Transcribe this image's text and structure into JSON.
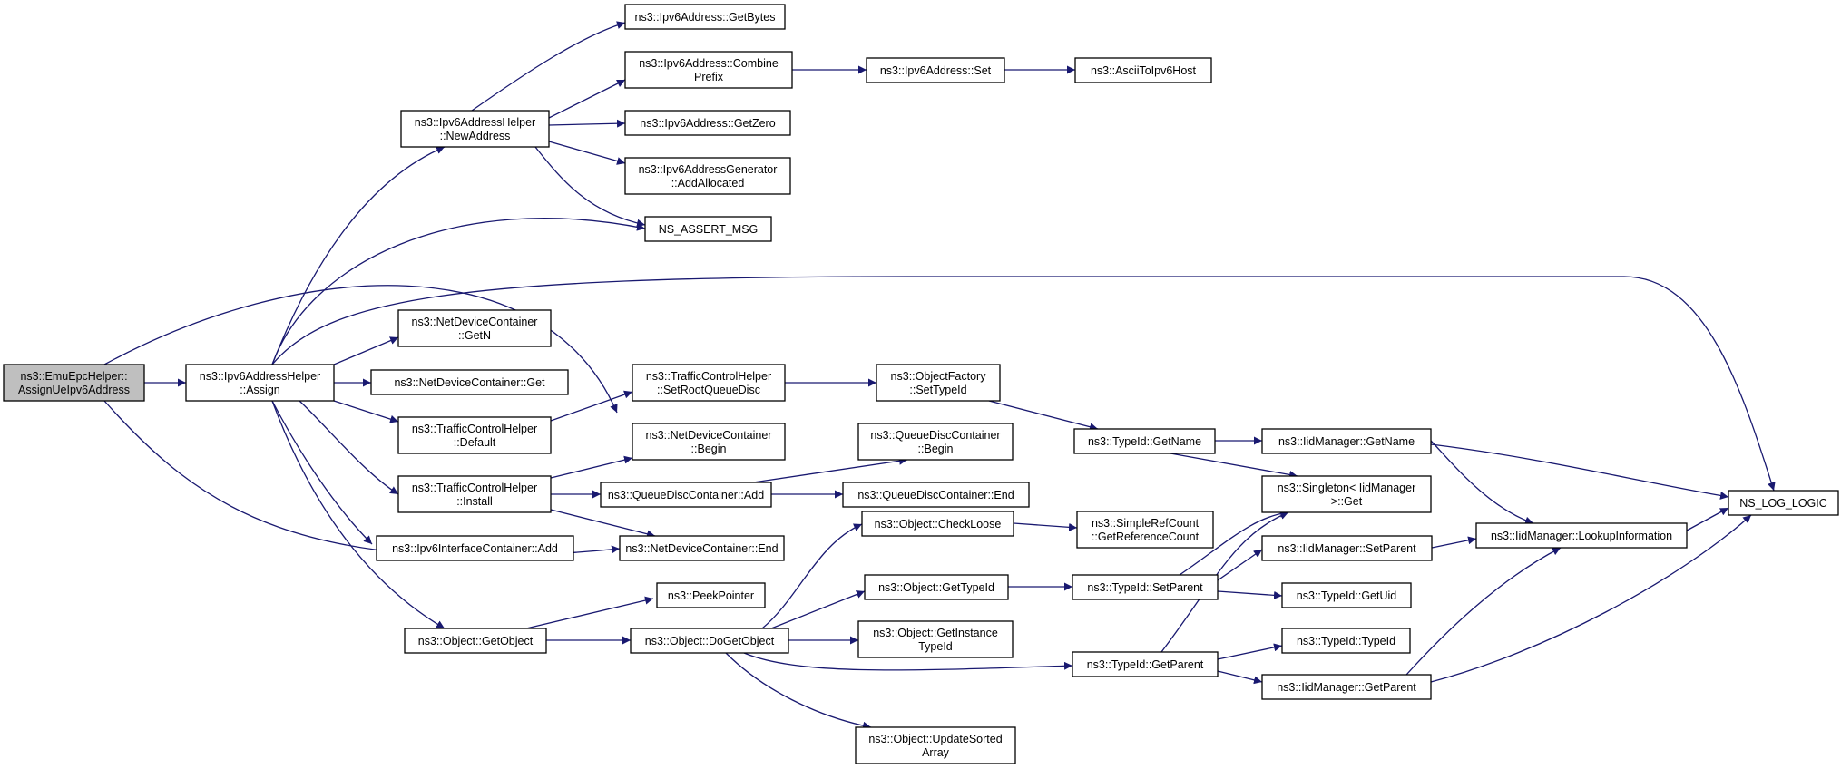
{
  "colors": {
    "edge": "#191970",
    "node_fill": "#ffffff",
    "root_fill": "#bfbfbf",
    "border": "#000000"
  },
  "nodes": {
    "n1": {
      "lines": [
        "ns3::EmuEpcHelper::",
        "AssignUeIpv6Address"
      ],
      "root": true
    },
    "n2": {
      "lines": [
        "ns3::Ipv6AddressHelper",
        "::Assign"
      ]
    },
    "n3": {
      "lines": [
        "ns3::Ipv6AddressHelper",
        "::NewAddress"
      ]
    },
    "n4": {
      "lines": [
        "ns3::Ipv6Address::GetBytes"
      ]
    },
    "n5": {
      "lines": [
        "ns3::Ipv6Address::Combine",
        "Prefix"
      ]
    },
    "n6": {
      "lines": [
        "ns3::Ipv6Address::Set"
      ]
    },
    "n7": {
      "lines": [
        "ns3::AsciiToIpv6Host"
      ]
    },
    "n8": {
      "lines": [
        "ns3::Ipv6Address::GetZero"
      ]
    },
    "n9": {
      "lines": [
        "ns3::Ipv6AddressGenerator",
        "::AddAllocated"
      ]
    },
    "n10": {
      "lines": [
        "NS_ASSERT_MSG"
      ]
    },
    "n11": {
      "lines": [
        "ns3::NetDeviceContainer",
        "::GetN"
      ]
    },
    "n12": {
      "lines": [
        "ns3::NetDeviceContainer::Get"
      ]
    },
    "n13": {
      "lines": [
        "ns3::TrafficControlHelper",
        "::Default"
      ]
    },
    "n14": {
      "lines": [
        "ns3::TrafficControlHelper",
        "::Install"
      ]
    },
    "n15": {
      "lines": [
        "ns3::Ipv6InterfaceContainer::Add"
      ]
    },
    "n16": {
      "lines": [
        "ns3::Object::GetObject"
      ]
    },
    "n17": {
      "lines": [
        "ns3::TrafficControlHelper",
        "::SetRootQueueDisc"
      ]
    },
    "n18": {
      "lines": [
        "ns3::NetDeviceContainer",
        "::Begin"
      ]
    },
    "n19": {
      "lines": [
        "ns3::QueueDiscContainer::Add"
      ]
    },
    "n20": {
      "lines": [
        "ns3::NetDeviceContainer::End"
      ]
    },
    "n21": {
      "lines": [
        "ns3::PeekPointer"
      ]
    },
    "n22": {
      "lines": [
        "ns3::Object::DoGetObject"
      ]
    },
    "n23": {
      "lines": [
        "ns3::ObjectFactory",
        "::SetTypeId"
      ]
    },
    "n24": {
      "lines": [
        "ns3::QueueDiscContainer",
        "::Begin"
      ]
    },
    "n25": {
      "lines": [
        "ns3::QueueDiscContainer::End"
      ]
    },
    "n26": {
      "lines": [
        "ns3::Object::CheckLoose"
      ]
    },
    "n27": {
      "lines": [
        "ns3::Object::GetTypeId"
      ]
    },
    "n28": {
      "lines": [
        "ns3::Object::GetInstance",
        "TypeId"
      ]
    },
    "n29": {
      "lines": [
        "ns3::Object::UpdateSorted",
        "Array"
      ]
    },
    "n30": {
      "lines": [
        "ns3::TypeId::GetName"
      ]
    },
    "n31": {
      "lines": [
        "ns3::SimpleRefCount",
        "::GetReferenceCount"
      ]
    },
    "n32": {
      "lines": [
        "ns3::TypeId::SetParent"
      ]
    },
    "n33": {
      "lines": [
        "ns3::TypeId::GetParent"
      ]
    },
    "n34": {
      "lines": [
        "ns3::IidManager::GetName"
      ]
    },
    "n35": {
      "lines": [
        "ns3::Singleton< IidManager",
        " >::Get"
      ]
    },
    "n36": {
      "lines": [
        "ns3::IidManager::SetParent"
      ]
    },
    "n37": {
      "lines": [
        "ns3::TypeId::GetUid"
      ]
    },
    "n38": {
      "lines": [
        "ns3::TypeId::TypeId"
      ]
    },
    "n39": {
      "lines": [
        "ns3::IidManager::GetParent"
      ]
    },
    "n40": {
      "lines": [
        "ns3::IidManager::LookupInformation"
      ]
    },
    "n41": {
      "lines": [
        "NS_LOG_LOGIC"
      ]
    }
  },
  "edges": [
    [
      "n1",
      "n2"
    ],
    [
      "n1",
      "n18"
    ],
    [
      "n1",
      "n20"
    ],
    [
      "n2",
      "n3"
    ],
    [
      "n2",
      "n10"
    ],
    [
      "n2",
      "n41"
    ],
    [
      "n2",
      "n11"
    ],
    [
      "n2",
      "n12"
    ],
    [
      "n2",
      "n13"
    ],
    [
      "n2",
      "n14"
    ],
    [
      "n2",
      "n15"
    ],
    [
      "n2",
      "n16"
    ],
    [
      "n3",
      "n4"
    ],
    [
      "n3",
      "n5"
    ],
    [
      "n3",
      "n8"
    ],
    [
      "n3",
      "n9"
    ],
    [
      "n3",
      "n10"
    ],
    [
      "n5",
      "n6"
    ],
    [
      "n6",
      "n7"
    ],
    [
      "n13",
      "n17"
    ],
    [
      "n17",
      "n23"
    ],
    [
      "n23",
      "n30"
    ],
    [
      "n14",
      "n18"
    ],
    [
      "n14",
      "n19"
    ],
    [
      "n14",
      "n20"
    ],
    [
      "n19",
      "n24"
    ],
    [
      "n19",
      "n25"
    ],
    [
      "n16",
      "n21"
    ],
    [
      "n16",
      "n22"
    ],
    [
      "n22",
      "n26"
    ],
    [
      "n22",
      "n27"
    ],
    [
      "n22",
      "n28"
    ],
    [
      "n22",
      "n29"
    ],
    [
      "n22",
      "n33"
    ],
    [
      "n26",
      "n31"
    ],
    [
      "n27",
      "n32"
    ],
    [
      "n30",
      "n34"
    ],
    [
      "n30",
      "n35"
    ],
    [
      "n32",
      "n35"
    ],
    [
      "n32",
      "n36"
    ],
    [
      "n32",
      "n37"
    ],
    [
      "n33",
      "n35"
    ],
    [
      "n33",
      "n38"
    ],
    [
      "n33",
      "n39"
    ],
    [
      "n34",
      "n40"
    ],
    [
      "n34",
      "n41"
    ],
    [
      "n36",
      "n40"
    ],
    [
      "n39",
      "n40"
    ],
    [
      "n39",
      "n41"
    ],
    [
      "n40",
      "n41"
    ]
  ]
}
